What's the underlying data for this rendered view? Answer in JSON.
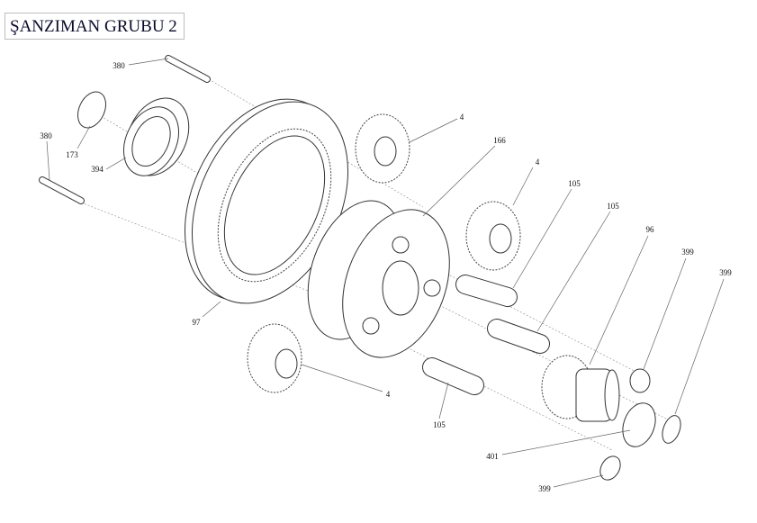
{
  "title": "ŞANZIMAN GRUBU 2",
  "labels": {
    "pin_top": "380",
    "disc": "173",
    "bearing": "394",
    "pin_left": "380",
    "gear_top": "4",
    "carrier": "166",
    "gear_mid": "4",
    "shaft_a": "105",
    "shaft_b": "105",
    "sun_gear": "96",
    "snap_a": "399",
    "snap_b": "399",
    "ring_gear": "97",
    "gear_bottom": "4",
    "shaft_c": "105",
    "ring_401": "401",
    "snap_c": "399"
  }
}
